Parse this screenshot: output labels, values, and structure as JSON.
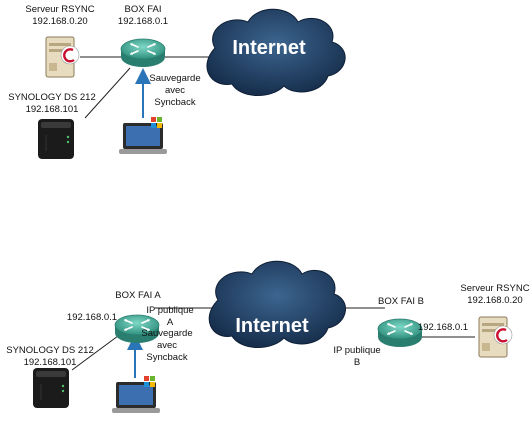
{
  "diagram1": {
    "server": {
      "name": "Serveur RSYNC",
      "ip": "192.168.0.20"
    },
    "box": {
      "name": "BOX FAI",
      "ip": "192.168.0.1"
    },
    "internet": "Internet",
    "nas": {
      "name": "SYNOLOGY DS 212",
      "ip": "192.168.101"
    },
    "backup": [
      "Sauvegarde",
      "avec",
      "Syncback"
    ]
  },
  "diagram2": {
    "box_a": {
      "name": "BOX FAI A",
      "lan_ip": "192.168.0.1",
      "public": [
        "IP publique",
        "A"
      ]
    },
    "internet": "Internet",
    "box_b": {
      "name": "BOX FAI B",
      "lan_ip": "192.168.0.1",
      "public": [
        "IP publique",
        "B"
      ]
    },
    "server": {
      "name": "Serveur RSYNC",
      "ip": "192.168.0.20"
    },
    "nas": {
      "name": "SYNOLOGY DS 212",
      "ip": "192.168.101"
    },
    "backup": [
      "Sauvegarde",
      "avec",
      "Syncback"
    ]
  },
  "colors": {
    "link": "#1f1f1f",
    "arrow": "#2a74b8",
    "router_fill": "#3fae9c",
    "cloud_fill": "#27456b",
    "cloud_text": "#ffffff"
  }
}
